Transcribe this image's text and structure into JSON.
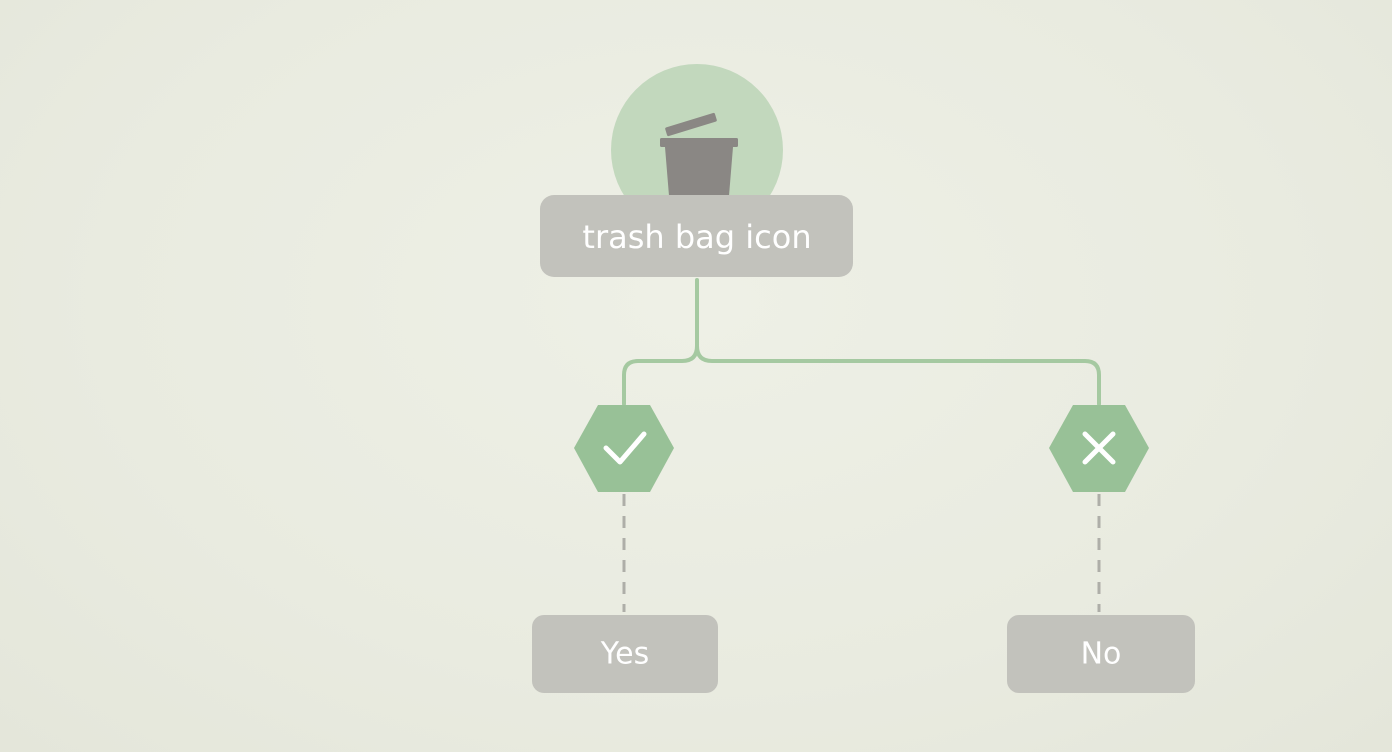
{
  "root": {
    "label": "trash bag icon",
    "icon": "trash-can-icon"
  },
  "branches": [
    {
      "symbol": "check-icon",
      "label": "Yes"
    },
    {
      "symbol": "cross-icon",
      "label": "No"
    }
  ],
  "colors": {
    "background": "#ebede3",
    "circle": "#c2d8bd",
    "bin": "#8a8784",
    "box": "#c2c2bc",
    "hexagon": "#98c197",
    "connector": "#a5c9a1",
    "dashed": "#aeaea8",
    "text": "#ffffff"
  }
}
